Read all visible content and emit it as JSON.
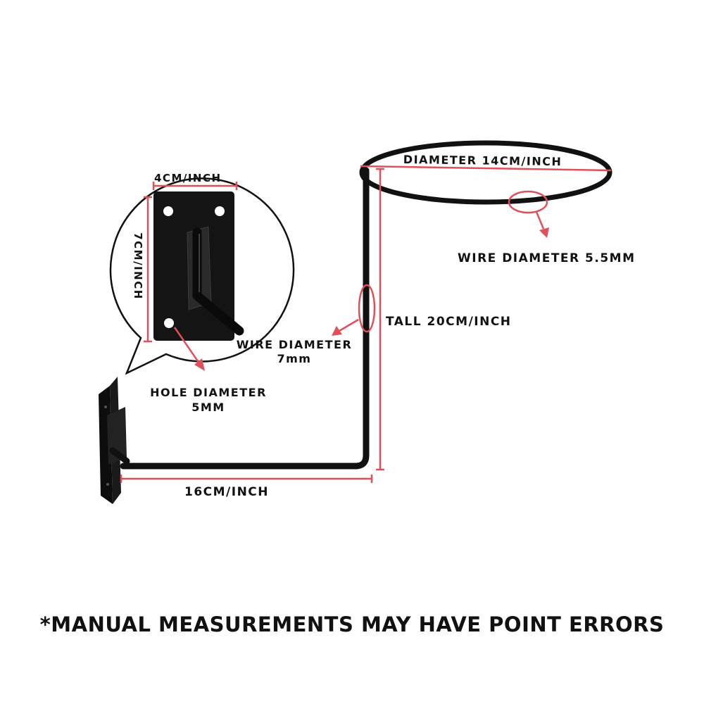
{
  "labels": {
    "ring_diameter": "DIAMETER 14CM/INCH",
    "wire_small": "WIRE DIAMETER 5.5MM",
    "tall": "TALL 20CM/INCH",
    "wire_large_line1": "WIRE DIAMETER",
    "wire_large_line2": "7mm",
    "plate_width": "4CM/INCH",
    "plate_height": "7CM/INCH",
    "hole_line1": "HOLE DIAMETER",
    "hole_line2": "5MM",
    "arm_length": "16CM/INCH"
  },
  "footer": "*MANUAL MEASUREMENTS MAY HAVE POINT ERRORS",
  "colors": {
    "metal": "#111111",
    "dimension": "#e0505a",
    "text": "#111111",
    "background": "#ffffff"
  }
}
